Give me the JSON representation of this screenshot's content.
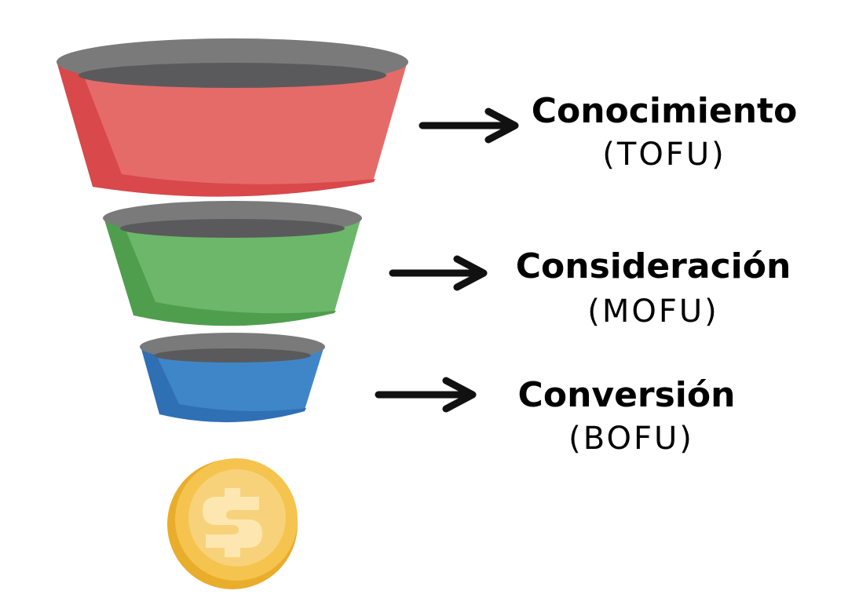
{
  "stages": [
    {
      "title": "Conocimiento",
      "subtitle": "(TOFU)",
      "color": "#e56b69",
      "shade": "#d9484a"
    },
    {
      "title": "Consideración",
      "subtitle": "(MOFU)",
      "color": "#6cb76a",
      "shade": "#4f9e4e"
    },
    {
      "title": "Conversión",
      "subtitle": "(BOFU)",
      "color": "#3f86c8",
      "shade": "#2f6fb4"
    }
  ],
  "colors": {
    "rim": "#7a7a7a",
    "inner": "#5a5a5c",
    "coin": "#f5c44e",
    "coin_shade": "#e9ad2c",
    "coin_face": "#f8d27a",
    "dollar": "#fde6b0",
    "arrow": "#111111",
    "text": "#000000"
  },
  "icons": {
    "coin": "dollar-coin-icon",
    "arrow": "arrow-right-icon"
  }
}
